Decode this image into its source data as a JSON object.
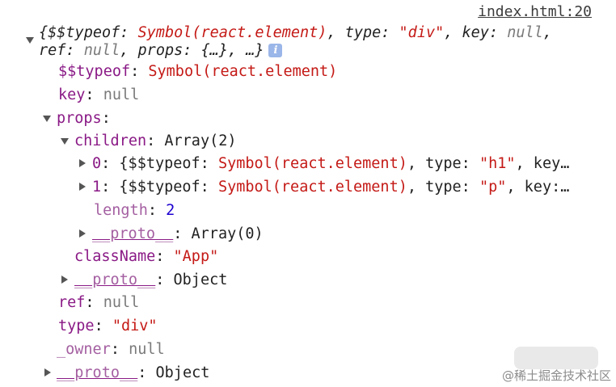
{
  "source_link": "index.html:20",
  "summary": {
    "line1_open": "{$$typeof: ",
    "line1_sym": "Symbol(react.element)",
    "line1_sep1": ", type: ",
    "line1_type": "\"div\"",
    "line1_sep2": ", key: ",
    "line1_key": "null",
    "line1_end": ",",
    "line2_ref": "ref: ",
    "line2_refval": "null",
    "line2_props": ", props: {…}, …}",
    "info": "i"
  },
  "rows": {
    "typeof_key": "$$typeof",
    "typeof_val": "Symbol(react.element)",
    "key_key": "key",
    "key_val": "null",
    "props_key": "props",
    "children_key": "children",
    "children_val": "Array(2)",
    "c0_key": "0",
    "c0_a": "{$$typeof: ",
    "c0_sym": "Symbol(react.element)",
    "c0_b": ", type: ",
    "c0_type": "\"h1\"",
    "c0_c": ", key…",
    "c1_key": "1",
    "c1_a": "{$$typeof: ",
    "c1_sym": "Symbol(react.element)",
    "c1_b": ", type: ",
    "c1_type": "\"p\"",
    "c1_c": ", key:…",
    "length_key": "length",
    "length_val": "2",
    "proto_arr_key": "__proto__",
    "proto_arr_val": "Array(0)",
    "classname_key": "className",
    "classname_val": "\"App\"",
    "proto_obj_key": "__proto__",
    "proto_obj_val": "Object",
    "ref_key": "ref",
    "ref_val": "null",
    "type_key": "type",
    "type_val": "\"div\"",
    "owner_key": "_owner",
    "owner_val": "null",
    "proto_root_key": "__proto__",
    "proto_root_val": "Object"
  },
  "watermark": "@稀土掘金技术社区",
  "colors": {
    "key": "#8a1a86",
    "string": "#c41a16",
    "null": "#7a7a7a",
    "number": "#1c00cf"
  }
}
